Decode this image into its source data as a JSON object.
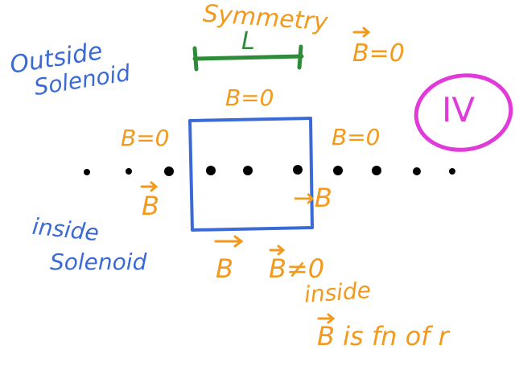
{
  "labels": {
    "symmetry": "Symmetry",
    "length": "L",
    "b_vec_zero": "B=0",
    "outside_solenoid_1": "Outside",
    "outside_solenoid_2": "Solenoid",
    "roman_four": "IV",
    "b_zero_top": "B=0",
    "b_zero_left": "B=0",
    "b_zero_right": "B=0",
    "b_vec_left": "B",
    "b_right_arrow": "→B",
    "inside_solenoid_1": "inside",
    "inside_solenoid_2": "Solenoid",
    "b_bottom": "B",
    "b_vec_nonzero": "B≠0",
    "inside_word": "inside",
    "b_fn_of_r": "B is fn of r"
  },
  "colors": {
    "orange": "#f39a1c",
    "blue": "#3a6ad6",
    "green": "#2e8b3a",
    "magenta": "#e03ad8",
    "black": "#000000"
  }
}
